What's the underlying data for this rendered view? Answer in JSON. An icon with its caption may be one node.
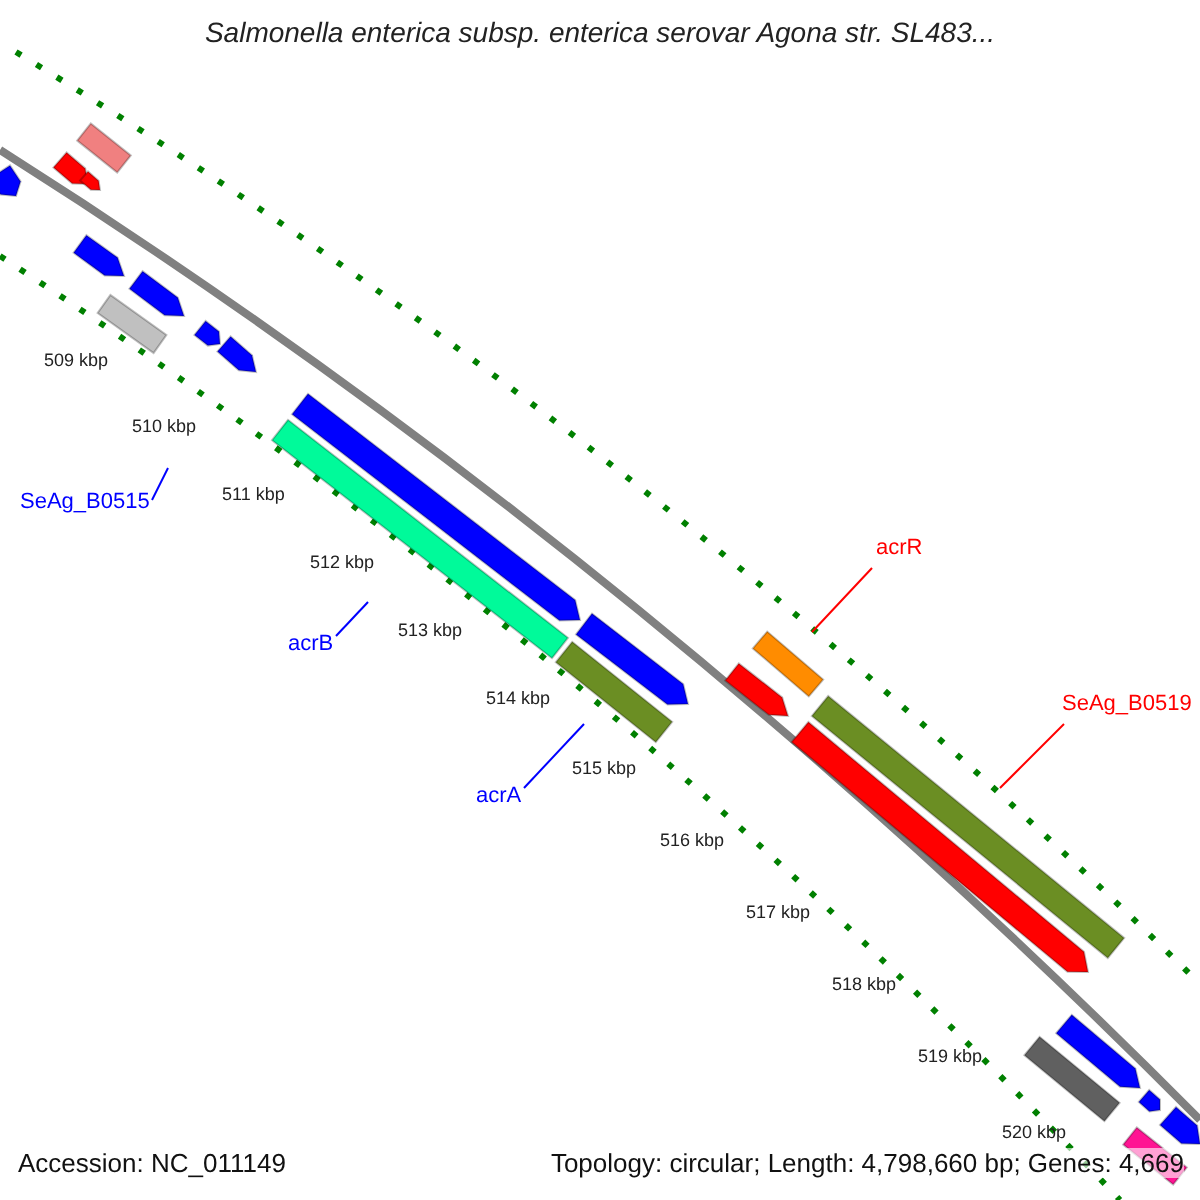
{
  "diagram": {
    "title": "Salmonella enterica subsp. enterica serovar Agona str. SL483...",
    "nodes": [
      {
        "text": [
          "SeAg_B0515"
        ]
      },
      {
        "text": [
          "acrB"
        ]
      },
      {
        "text": [
          "acrA"
        ]
      },
      {
        "text": [
          "acrR"
        ]
      },
      {
        "text": [
          "SeAg_B0519"
        ]
      }
    ],
    "edges": [
      {
        "from": 0,
        "to": null,
        "arrow": "none"
      },
      {
        "from": 1,
        "to": null,
        "arrow": "none"
      },
      {
        "from": 2,
        "to": null,
        "arrow": "none"
      },
      {
        "from": 3,
        "to": null,
        "arrow": "none",
        "color": "#ff0000"
      },
      {
        "from": 4,
        "to": null,
        "arrow": "none",
        "color": "#ff0000"
      }
    ],
    "labels": [
      "509 kbp",
      "510 kbp",
      "511 kbp",
      "512 kbp",
      "513 kbp",
      "514 kbp",
      "515 kbp",
      "516 kbp",
      "517 kbp",
      "518 kbp",
      "519 kbp",
      "520 kbp",
      "Accession: NC_011149",
      "Topology: circular; Length: 4,798,660 bp; Genes: 4,669"
    ]
  }
}
